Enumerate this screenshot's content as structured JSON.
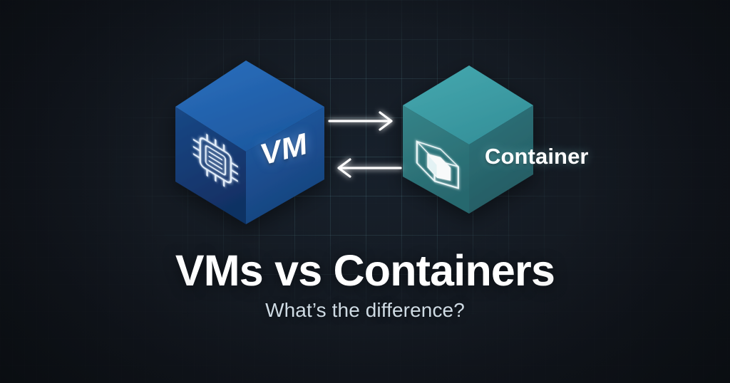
{
  "scene": {
    "background_color": "#14181f",
    "grid_color": "#7ec4cc"
  },
  "vm_cube": {
    "label": "VM",
    "icon_name": "cpu-chip-icon",
    "top_face_color": "#2161ae",
    "left_face_color": "#16386e",
    "right_face_color": "#1b4d8e"
  },
  "container_cube": {
    "label": "Container",
    "icon_name": "wireframe-box-icon",
    "top_face_color": "#3c9ca5",
    "left_face_color": "#2e7d80",
    "right_face_color": "#2a6e75"
  },
  "arrows": {
    "top_arrow_name": "arrow-vm-to-container",
    "top_arrow_direction": "right",
    "bottom_arrow_name": "arrow-container-to-vm",
    "bottom_arrow_direction": "left",
    "color": "#ffffff"
  },
  "heading": {
    "title": "VMs vs Containers",
    "subtitle": "What’s the difference?",
    "title_color": "#ffffff",
    "subtitle_color": "#cfdbe4"
  }
}
